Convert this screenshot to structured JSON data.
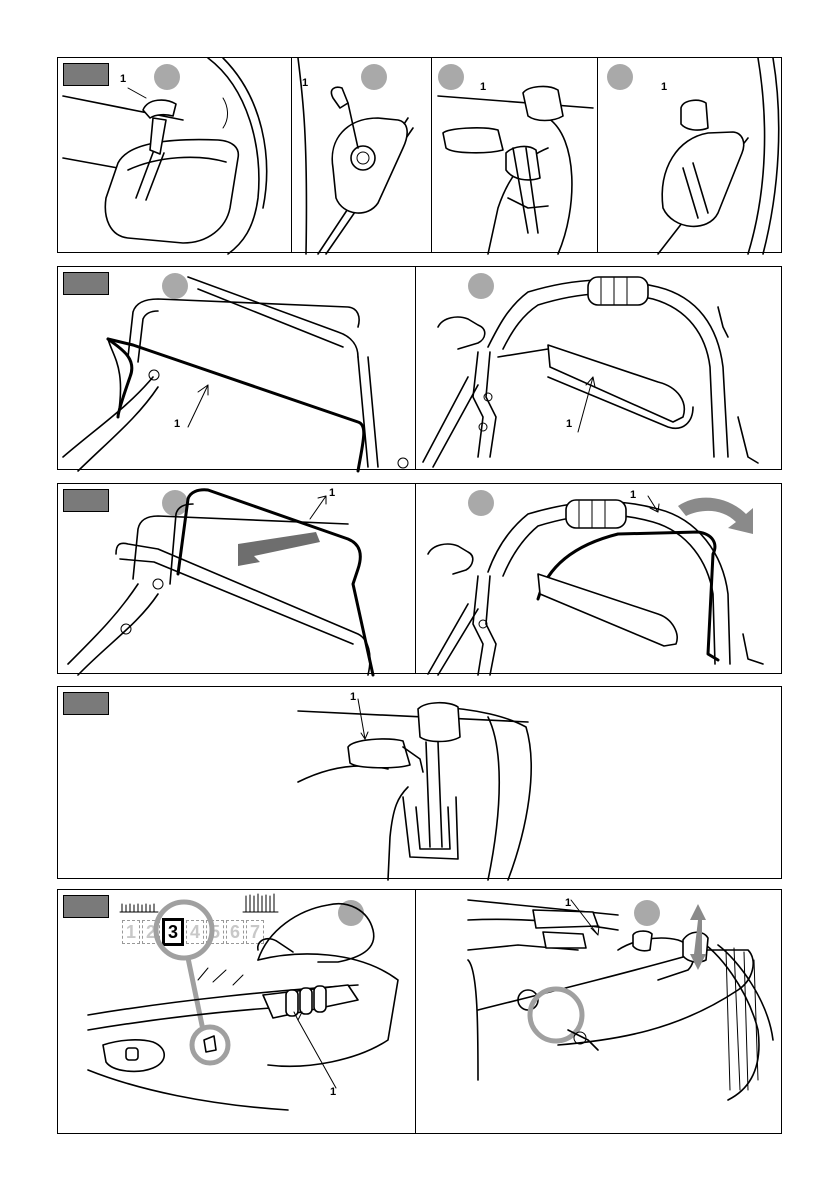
{
  "callout_label": "1",
  "height_scale": [
    "1",
    "2",
    "3",
    "4",
    "5",
    "6",
    "7"
  ],
  "height_scale_selected": "3",
  "colors": {
    "tab": "#7a7a7a",
    "marker": "#a9a9a9",
    "highlight_ring": "#a0a0a0"
  }
}
